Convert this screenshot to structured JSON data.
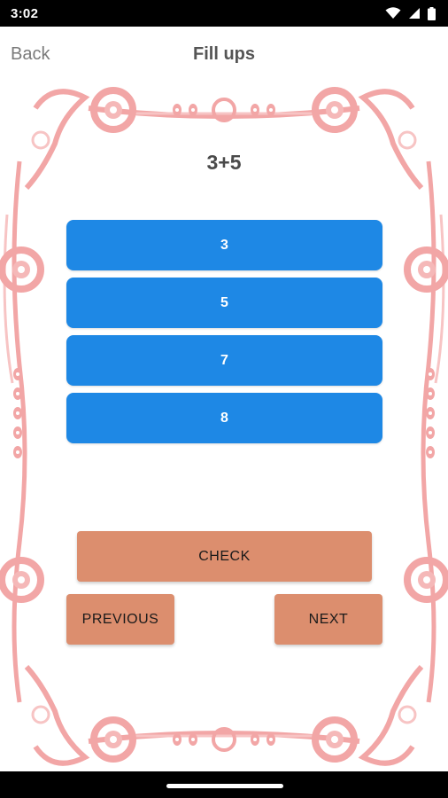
{
  "status_bar": {
    "time": "3:02",
    "icons": [
      "wifi-icon",
      "signal-icon",
      "battery-icon"
    ]
  },
  "app_bar": {
    "back_label": "Back",
    "title": "Fill ups"
  },
  "question": "3+5",
  "options": [
    "3",
    "5",
    "7",
    "8"
  ],
  "buttons": {
    "check": "CHECK",
    "previous": "PREVIOUS",
    "next": "NEXT"
  },
  "colors": {
    "option_bg": "#1e88e5",
    "action_bg": "#dc8e6e",
    "frame": "#f2a6a6"
  }
}
